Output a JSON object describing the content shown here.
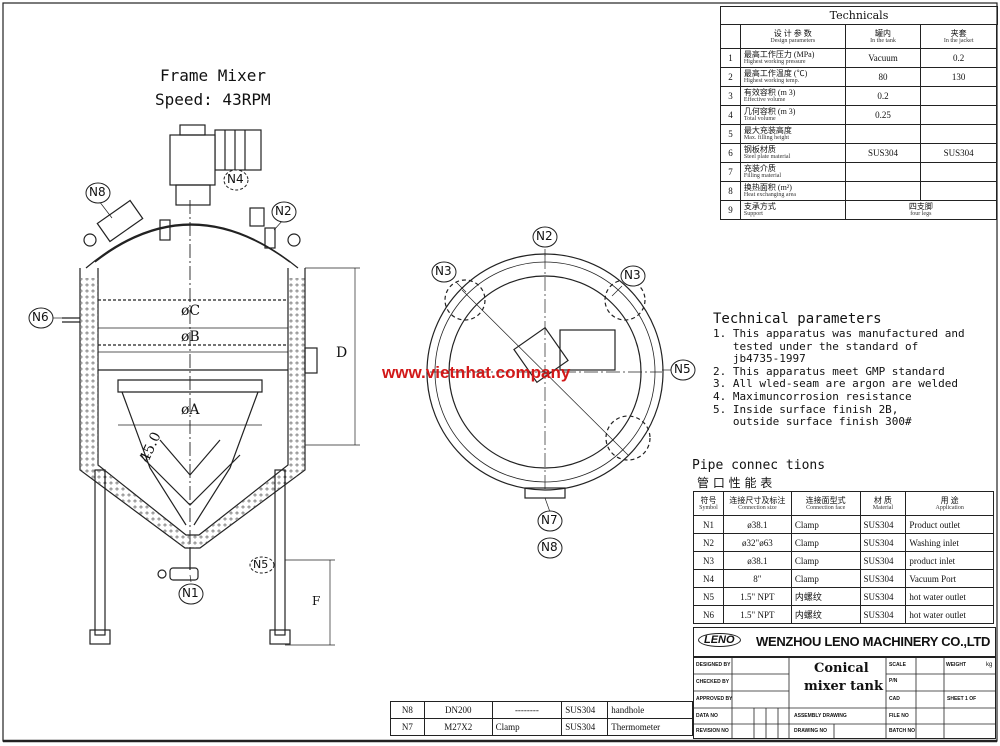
{
  "frame_mixer": {
    "title": "Frame Mixer",
    "speed": "Speed: 43RPM"
  },
  "watermark": "www.vietnhat.company",
  "dims": {
    "phi_c": "øC",
    "phi_b": "øB",
    "phi_a": "øA",
    "d": "D",
    "angle": "45.0",
    "f": "F"
  },
  "nozzles": {
    "n1": "N1",
    "n2": "N2",
    "n3": "N3",
    "n4": "N4",
    "n5": "N5",
    "n6": "N6",
    "n7": "N7",
    "n8": "N8"
  },
  "technicals": {
    "title": "Technicals",
    "header": {
      "param_zh": "设 计 参 数",
      "param_en": "Design parameters",
      "tank_zh": "罐内",
      "tank_en": "In the tank",
      "jacket_zh": "夹套",
      "jacket_en": "In the jacket"
    },
    "rows": [
      {
        "no": "1",
        "zh": "最高工作压力 (MPa)",
        "en": "Highest working pressure",
        "tank": "Vacuum",
        "jacket": "0.2"
      },
      {
        "no": "2",
        "zh": "最高工作温度 (℃)",
        "en": "Highest working temp.",
        "tank": "80",
        "jacket": "130"
      },
      {
        "no": "3",
        "zh": "有效容积 (m 3)",
        "en": "Effective volume",
        "tank": "0.2",
        "jacket": ""
      },
      {
        "no": "4",
        "zh": "几何容积 (m 3)",
        "en": "Total volume",
        "tank": "0.25",
        "jacket": ""
      },
      {
        "no": "5",
        "zh": "最大充装高度",
        "en": "Max. filling height",
        "tank": "",
        "jacket": ""
      },
      {
        "no": "6",
        "zh": "钢板材质",
        "en": "Steel plate material",
        "tank": "SUS304",
        "jacket": "SUS304"
      },
      {
        "no": "7",
        "zh": "充装介质",
        "en": "Filling material",
        "tank": "",
        "jacket": ""
      },
      {
        "no": "8",
        "zh": "换热面积 (m²)",
        "en": "Heat exchanging area",
        "tank": "",
        "jacket": ""
      },
      {
        "no": "9",
        "zh": "支承方式",
        "en": "Support",
        "support_zh": "四支脚",
        "support_en": "four legs"
      }
    ]
  },
  "tech_params": {
    "title": "Technical parameters",
    "lines": [
      "1. This apparatus was manufactured and",
      "   tested under the standard of",
      "   jb4735-1997",
      "2. This apparatus meet GMP standard",
      "3. All wled-seam are argon are welded",
      "4. Maximuncorrosion resistance",
      "5. Inside surface finish 2B,",
      "   outside surface finish 300#"
    ]
  },
  "pipe": {
    "title_en": "Pipe connec tions",
    "title_zh": "管 口 性 能 表",
    "header": {
      "symbol_zh": "符号",
      "symbol_en": "Symbol",
      "size_zh": "连接尺寸及标注",
      "size_en": "Connection size",
      "face_zh": "连接面型式",
      "face_en": "Connection face",
      "mat_zh": "材 质",
      "mat_en": "Material",
      "app_zh": "用 途",
      "app_en": "Application"
    },
    "rows": [
      {
        "sym": "N1",
        "size": "ø38.1",
        "face": "Clamp",
        "mat": "SUS304",
        "app": "Product outlet"
      },
      {
        "sym": "N2",
        "size": "ø32\"ø63",
        "face": "Clamp",
        "mat": "SUS304",
        "app": "Washing inlet"
      },
      {
        "sym": "N3",
        "size": "ø38.1",
        "face": "Clamp",
        "mat": "SUS304",
        "app": "product inlet"
      },
      {
        "sym": "N4",
        "size": "8\"",
        "face": "Clamp",
        "mat": "SUS304",
        "app": "Vacuum Port"
      },
      {
        "sym": "N5",
        "size": "1.5\" NPT",
        "face": "内螺纹",
        "mat": "SUS304",
        "app": "hot water outlet"
      },
      {
        "sym": "N6",
        "size": "1.5\" NPT",
        "face": "内螺纹",
        "mat": "SUS304",
        "app": "hot water outlet"
      }
    ]
  },
  "bottom_rows": [
    {
      "sym": "N8",
      "size": "DN200",
      "face": "--------",
      "mat": "SUS304",
      "app": "handhole"
    },
    {
      "sym": "N7",
      "size": "M27X2",
      "face": "Clamp",
      "mat": "SUS304",
      "app": "Thermometer"
    }
  ],
  "company": "WENZHOU LENO MACHINERY CO.,LTD",
  "logo": "LENO",
  "title_block": {
    "drawing_title_1": "Conical",
    "drawing_title_2": "mixer tank",
    "designed_by": "DESIGNED BY",
    "checked_by": "CHECKED BY",
    "approved_by": "APPROVED BY",
    "date_no": "DATA NO",
    "revision_no": "REVISION NO",
    "assembly": "ASSEMBLY DRAWING",
    "drawing_no": "DRAWING NO",
    "scale": "SCALE",
    "weight": "WEIGHT",
    "kg": "kg",
    "cad": "CAD",
    "sheet": "SHEET 1 OF",
    "file_no": "FILE NO",
    "batch_no": "BATCH NO",
    "pm": "P/N"
  }
}
